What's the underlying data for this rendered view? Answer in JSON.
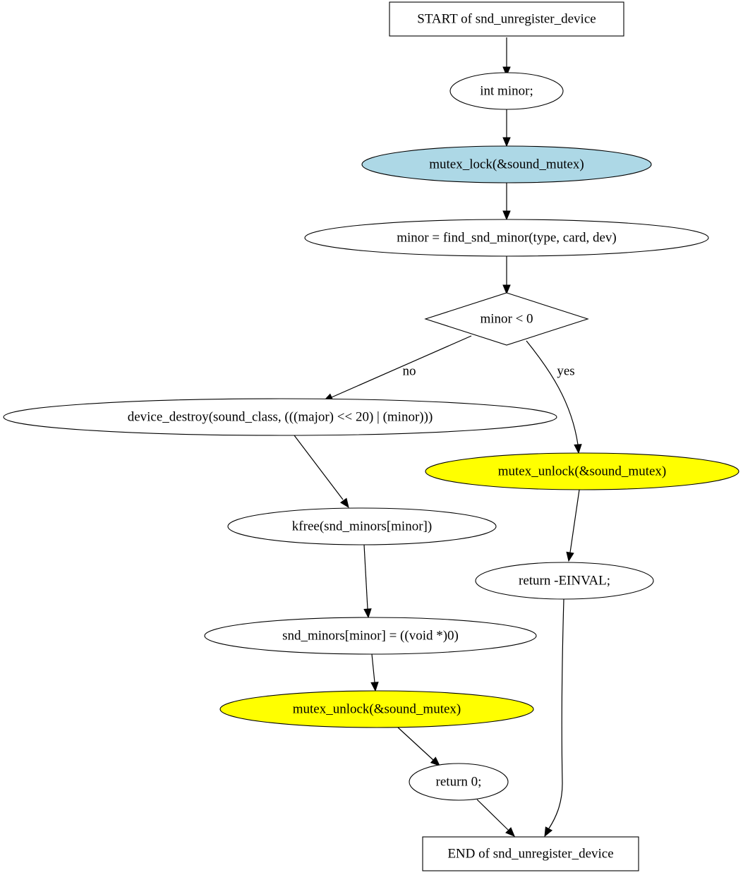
{
  "nodes": [
    {
      "id": "start",
      "label": "START of snd_unregister_device",
      "shape": "box",
      "fill": "#ffffff"
    },
    {
      "id": "decl_minor",
      "label": "int minor;",
      "shape": "ellipse",
      "fill": "#ffffff"
    },
    {
      "id": "lock",
      "label": "mutex_lock(&sound_mutex)",
      "shape": "ellipse",
      "fill": "#add8e6"
    },
    {
      "id": "find",
      "label": "minor = find_snd_minor(type, card, dev)",
      "shape": "ellipse",
      "fill": "#ffffff"
    },
    {
      "id": "cond",
      "label": "minor < 0",
      "shape": "diamond",
      "fill": "#ffffff"
    },
    {
      "id": "destroy",
      "label": "device_destroy(sound_class, (((major) << 20) | (minor)))",
      "shape": "ellipse",
      "fill": "#ffffff"
    },
    {
      "id": "unlock_err",
      "label": "mutex_unlock(&sound_mutex)",
      "shape": "ellipse",
      "fill": "#ffff00"
    },
    {
      "id": "kfree",
      "label": "kfree(snd_minors[minor])",
      "shape": "ellipse",
      "fill": "#ffffff"
    },
    {
      "id": "ret_einval",
      "label": "return -EINVAL;",
      "shape": "ellipse",
      "fill": "#ffffff"
    },
    {
      "id": "null_assign",
      "label": "snd_minors[minor] = ((void *)0)",
      "shape": "ellipse",
      "fill": "#ffffff"
    },
    {
      "id": "unlock_ok",
      "label": "mutex_unlock(&sound_mutex)",
      "shape": "ellipse",
      "fill": "#ffff00"
    },
    {
      "id": "ret_zero",
      "label": "return 0;",
      "shape": "ellipse",
      "fill": "#ffffff"
    },
    {
      "id": "end",
      "label": "END of snd_unregister_device",
      "shape": "box",
      "fill": "#ffffff"
    }
  ],
  "edges": [
    {
      "id": "e1",
      "from": "start",
      "to": "decl_minor",
      "label": ""
    },
    {
      "id": "e2",
      "from": "decl_minor",
      "to": "lock",
      "label": ""
    },
    {
      "id": "e3",
      "from": "lock",
      "to": "find",
      "label": ""
    },
    {
      "id": "e4",
      "from": "find",
      "to": "cond",
      "label": ""
    },
    {
      "id": "e5",
      "from": "cond",
      "to": "destroy",
      "label": "no"
    },
    {
      "id": "e6",
      "from": "cond",
      "to": "unlock_err",
      "label": "yes"
    },
    {
      "id": "e7",
      "from": "destroy",
      "to": "kfree",
      "label": ""
    },
    {
      "id": "e8",
      "from": "unlock_err",
      "to": "ret_einval",
      "label": ""
    },
    {
      "id": "e9",
      "from": "kfree",
      "to": "null_assign",
      "label": ""
    },
    {
      "id": "e10",
      "from": "null_assign",
      "to": "unlock_ok",
      "label": ""
    },
    {
      "id": "e11",
      "from": "unlock_ok",
      "to": "ret_zero",
      "label": ""
    },
    {
      "id": "e12",
      "from": "ret_zero",
      "to": "end",
      "label": ""
    },
    {
      "id": "e13",
      "from": "ret_einval",
      "to": "end",
      "label": ""
    }
  ]
}
